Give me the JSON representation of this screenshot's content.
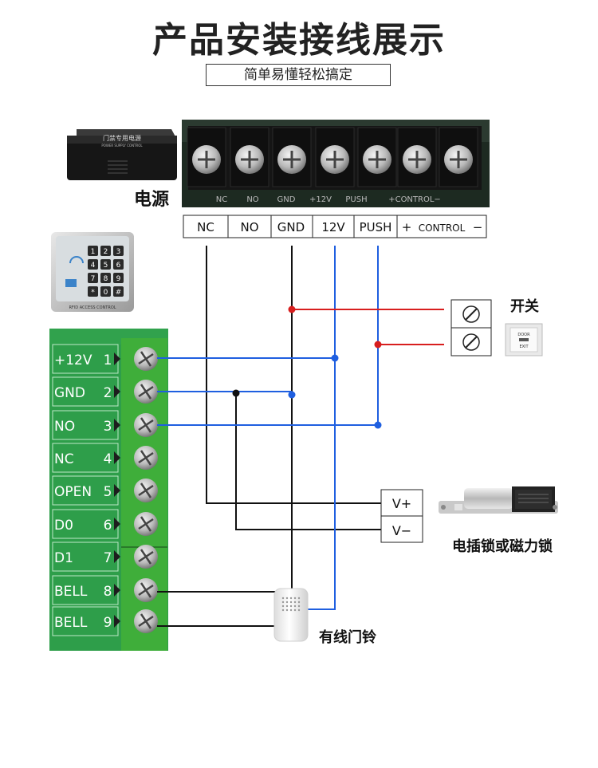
{
  "header": {
    "title": "产品安装接线展示",
    "subtitle": "简单易懂轻松搞定"
  },
  "power_supply": {
    "label": "电源",
    "device_text": "门禁专用电源",
    "device_subtext": "POWER SUPPLY CONTROL",
    "board_labels": [
      "NC",
      "NO",
      "GND",
      "+12V",
      "PUSH",
      "+CONTROL−"
    ]
  },
  "terminal_strip": [
    "NC",
    "NO",
    "GND",
    "12V",
    "PUSH",
    "+",
    "CONTROL",
    "−"
  ],
  "controller": {
    "device_text": "RFID ACCESS CONTROL",
    "keypad_keys": [
      "1",
      "2",
      "3",
      "4",
      "5",
      "6",
      "7",
      "8",
      "9",
      "*",
      "0",
      "#"
    ],
    "terminals": [
      {
        "label": "+12V",
        "num": "1"
      },
      {
        "label": "GND",
        "num": "2"
      },
      {
        "label": "NO",
        "num": "3"
      },
      {
        "label": "NC",
        "num": "4"
      },
      {
        "label": "OPEN",
        "num": "5"
      },
      {
        "label": "D0",
        "num": "6"
      },
      {
        "label": "D1",
        "num": "7"
      },
      {
        "label": "BELL",
        "num": "8"
      },
      {
        "label": "BELL",
        "num": "9"
      }
    ]
  },
  "exit_switch": {
    "label": "开关",
    "button_text_top": "DOOR",
    "button_text_bottom": "EXIT"
  },
  "lock": {
    "label": "电插锁或磁力锁",
    "terminals": [
      "V+",
      "V−"
    ]
  },
  "doorbell": {
    "label": "有线门铃"
  },
  "colors": {
    "wire_black": "#111111",
    "wire_blue": "#1f5fe0",
    "wire_red": "#d81e1e",
    "board_green": "#2e9e4a",
    "terminal_green": "#3fae3a"
  }
}
